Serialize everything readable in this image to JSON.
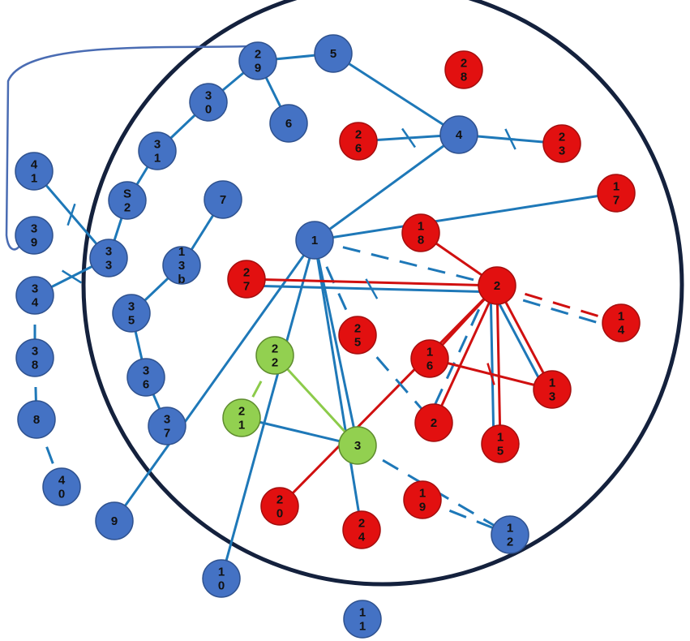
{
  "colors": {
    "blue_node": "#4472C4",
    "blue_node_stroke": "#2F528F",
    "red_node": "#E21010",
    "red_node_stroke": "#A50E0E",
    "green_node": "#92D050",
    "green_node_stroke": "#5E8C2E",
    "blue_edge": "#1E78B8",
    "red_edge": "#D01010",
    "green_edge": "#8CCB4A",
    "boundary": "#14213D",
    "loop_edge": "#4A6CB3"
  },
  "nodes": [
    {
      "id": "1",
      "label": [
        "1"
      ],
      "color": "blue"
    },
    {
      "id": "2",
      "label": [
        "2"
      ],
      "color": "red"
    },
    {
      "id": "3",
      "label": [
        "3"
      ],
      "color": "green"
    },
    {
      "id": "4",
      "label": [
        "4"
      ],
      "color": "blue"
    },
    {
      "id": "5",
      "label": [
        "5"
      ],
      "color": "blue"
    },
    {
      "id": "6",
      "label": [
        "6"
      ],
      "color": "blue"
    },
    {
      "id": "7",
      "label": [
        "7"
      ],
      "color": "blue"
    },
    {
      "id": "8",
      "label": [
        "8"
      ],
      "color": "blue"
    },
    {
      "id": "9",
      "label": [
        "9"
      ],
      "color": "blue"
    },
    {
      "id": "10",
      "label": [
        "1",
        "0"
      ],
      "color": "blue"
    },
    {
      "id": "11",
      "label": [
        "1",
        "1"
      ],
      "color": "blue"
    },
    {
      "id": "12",
      "label": [
        "1",
        "2"
      ],
      "color": "blue"
    },
    {
      "id": "13",
      "label": [
        "1",
        "3"
      ],
      "color": "red"
    },
    {
      "id": "13b",
      "label": [
        "1",
        "3",
        "b"
      ],
      "color": "blue"
    },
    {
      "id": "14",
      "label": [
        "1",
        "4"
      ],
      "color": "red"
    },
    {
      "id": "15",
      "label": [
        "1",
        "5"
      ],
      "color": "red"
    },
    {
      "id": "16",
      "label": [
        "1",
        "6"
      ],
      "color": "red"
    },
    {
      "id": "17",
      "label": [
        "1",
        "7"
      ],
      "color": "red"
    },
    {
      "id": "18",
      "label": [
        "1",
        "8"
      ],
      "color": "red"
    },
    {
      "id": "19",
      "label": [
        "1",
        "9"
      ],
      "color": "red"
    },
    {
      "id": "20",
      "label": [
        "2",
        "0"
      ],
      "color": "red"
    },
    {
      "id": "21",
      "label": [
        "2",
        "1"
      ],
      "color": "green"
    },
    {
      "id": "22",
      "label": [
        "2",
        "2"
      ],
      "color": "green"
    },
    {
      "id": "23",
      "label": [
        "2",
        "3"
      ],
      "color": "red"
    },
    {
      "id": "24",
      "label": [
        "2",
        "4"
      ],
      "color": "red"
    },
    {
      "id": "25",
      "label": [
        "2",
        "5"
      ],
      "color": "red"
    },
    {
      "id": "26",
      "label": [
        "2",
        "6"
      ],
      "color": "red"
    },
    {
      "id": "27",
      "label": [
        "2",
        "7"
      ],
      "color": "red"
    },
    {
      "id": "28",
      "label": [
        "2",
        "8"
      ],
      "color": "red"
    },
    {
      "id": "29",
      "label": [
        "2",
        "9"
      ],
      "color": "blue"
    },
    {
      "id": "30",
      "label": [
        "3",
        "0"
      ],
      "color": "blue"
    },
    {
      "id": "31",
      "label": [
        "3",
        "1"
      ],
      "color": "blue"
    },
    {
      "id": "32",
      "label": [
        "S",
        "2"
      ],
      "color": "blue"
    },
    {
      "id": "33",
      "label": [
        "3",
        "3"
      ],
      "color": "blue"
    },
    {
      "id": "34",
      "label": [
        "3",
        "4"
      ],
      "color": "blue"
    },
    {
      "id": "35",
      "label": [
        "3",
        "5"
      ],
      "color": "blue"
    },
    {
      "id": "36",
      "label": [
        "3",
        "6"
      ],
      "color": "blue"
    },
    {
      "id": "37",
      "label": [
        "3",
        "7"
      ],
      "color": "blue"
    },
    {
      "id": "38",
      "label": [
        "3",
        "8"
      ],
      "color": "blue"
    },
    {
      "id": "39",
      "label": [
        "3",
        "9"
      ],
      "color": "blue"
    },
    {
      "id": "40",
      "label": [
        "4",
        "0"
      ],
      "color": "blue"
    },
    {
      "id": "41",
      "label": [
        "4",
        "1"
      ],
      "color": "blue"
    }
  ],
  "edges": [
    {
      "from": "29",
      "to": "5",
      "color": "blue",
      "style": "solid"
    },
    {
      "from": "29",
      "to": "6",
      "color": "blue",
      "style": "solid"
    },
    {
      "from": "29",
      "to": "30",
      "color": "blue",
      "style": "solid"
    },
    {
      "from": "30",
      "to": "31",
      "color": "blue",
      "style": "solid"
    },
    {
      "from": "31",
      "to": "32",
      "color": "blue",
      "style": "solid"
    },
    {
      "from": "32",
      "to": "33",
      "color": "blue",
      "style": "solid"
    },
    {
      "from": "5",
      "to": "4",
      "color": "blue",
      "style": "solid"
    },
    {
      "from": "4",
      "to": "26",
      "color": "blue",
      "style": "solid",
      "tick": true
    },
    {
      "from": "4",
      "to": "23",
      "color": "blue",
      "style": "solid",
      "tick": true
    },
    {
      "from": "4",
      "to": "1",
      "color": "blue",
      "style": "solid"
    },
    {
      "from": "1",
      "to": "17",
      "color": "blue",
      "style": "solid"
    },
    {
      "from": "1",
      "to": "25",
      "color": "blue",
      "style": "dashed"
    },
    {
      "from": "1",
      "to": "2",
      "color": "blue",
      "style": "dashed"
    },
    {
      "from": "1",
      "to": "9",
      "color": "blue",
      "style": "solid"
    },
    {
      "from": "1",
      "to": "10",
      "color": "blue",
      "style": "solid"
    },
    {
      "from": "1",
      "to": "24",
      "color": "blue",
      "style": "solid"
    },
    {
      "from": "1",
      "to": "3",
      "color": "blue",
      "style": "solid"
    },
    {
      "from": "27",
      "to": "2",
      "color": "red",
      "style": "solid"
    },
    {
      "from": "27",
      "to": "2",
      "color": "blue",
      "style": "solid",
      "offset": 8,
      "tick": true
    },
    {
      "from": "18",
      "to": "2",
      "color": "red",
      "style": "solid"
    },
    {
      "from": "2",
      "to": "14",
      "color": "red",
      "style": "dashed"
    },
    {
      "from": "2",
      "to": "14",
      "color": "blue",
      "style": "dashed",
      "offset": 8
    },
    {
      "from": "2",
      "to": "16",
      "color": "red",
      "style": "solid"
    },
    {
      "from": "2",
      "to": "20",
      "color": "red",
      "style": "solid",
      "via": "16"
    },
    {
      "from": "2",
      "to": "13",
      "color": "red",
      "style": "solid"
    },
    {
      "from": "2",
      "to": "13",
      "color": "blue",
      "style": "solid",
      "offset": 8
    },
    {
      "from": "2",
      "to": "15",
      "color": "red",
      "style": "solid"
    },
    {
      "from": "2",
      "to": "15",
      "color": "blue",
      "style": "solid",
      "offset": 8
    },
    {
      "from": "2",
      "to": "2b",
      "color": "red",
      "style": "solid"
    },
    {
      "from": "2",
      "to": "2b",
      "color": "blue",
      "style": "dashed",
      "offset": 8
    },
    {
      "from": "16",
      "to": "13",
      "color": "red",
      "style": "solid",
      "tick": true
    },
    {
      "from": "25",
      "to": "2b",
      "color": "blue",
      "style": "dashed"
    },
    {
      "from": "22",
      "to": "3",
      "color": "green",
      "style": "solid"
    },
    {
      "from": "22",
      "to": "21",
      "color": "green",
      "style": "dashed"
    },
    {
      "from": "21",
      "to": "3",
      "color": "blue",
      "style": "solid"
    },
    {
      "from": "3",
      "to": "12",
      "color": "blue",
      "style": "dashed"
    },
    {
      "from": "19",
      "to": "12",
      "color": "blue",
      "style": "dashed"
    },
    {
      "from": "7",
      "to": "13b",
      "color": "blue",
      "style": "solid"
    },
    {
      "from": "13b",
      "to": "35",
      "color": "blue",
      "style": "solid"
    },
    {
      "from": "35",
      "to": "36",
      "color": "blue",
      "style": "solid"
    },
    {
      "from": "36",
      "to": "37",
      "color": "blue",
      "style": "solid"
    },
    {
      "from": "41",
      "to": "33",
      "color": "blue",
      "style": "solid",
      "tick": true
    },
    {
      "from": "33",
      "to": "34",
      "color": "blue",
      "style": "solid",
      "tick": true
    },
    {
      "from": "34",
      "to": "38",
      "color": "blue",
      "style": "dashed"
    },
    {
      "from": "38",
      "to": "8",
      "color": "blue",
      "style": "dashed"
    },
    {
      "from": "8",
      "to": "40",
      "color": "blue",
      "style": "dashed"
    },
    {
      "from": "29",
      "to": "39",
      "color": "loop",
      "style": "curve"
    }
  ],
  "extra_nodes": [
    {
      "id": "2b",
      "label": [
        "2"
      ],
      "color": "red"
    }
  ]
}
